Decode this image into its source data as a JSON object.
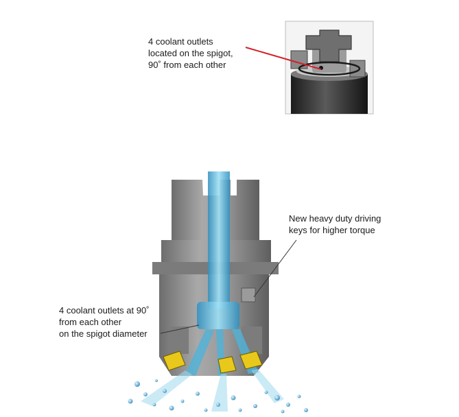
{
  "annotations": {
    "top_callout": "4 coolant outlets\nlocated on the spigot,\n90˚ from each other",
    "keys_callout": "New heavy duty driving\nkeys for higher torque",
    "outlets_callout": "4 coolant outlets at 90˚\nfrom each other\non the spigot diameter"
  },
  "colors": {
    "tool_body": "#8f8f8f",
    "coolant": "#4fb3d9",
    "insert": "#e8c81a",
    "leader_red": "#d3202a",
    "leader_dark": "#333333"
  }
}
